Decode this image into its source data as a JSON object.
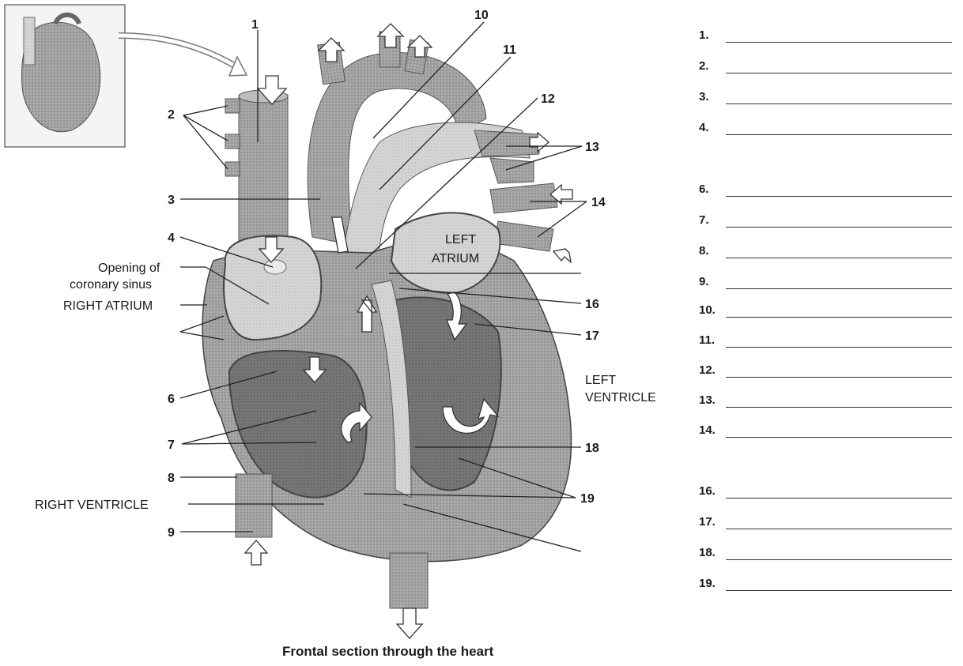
{
  "caption": "Frontal section through the heart",
  "numbers": [
    "1",
    "2",
    "3",
    "4",
    "6",
    "7",
    "8",
    "9",
    "10",
    "11",
    "12",
    "13",
    "14",
    "16",
    "17",
    "18",
    "19"
  ],
  "text_labels": {
    "opening_line1": "Opening of",
    "opening_line2": "coronary sinus",
    "right_atrium": "RIGHT ATRIUM",
    "left_atrium_1": "LEFT",
    "left_atrium_2": "ATRIUM",
    "left_ventricle_1": "LEFT",
    "left_ventricle_2": "VENTRICLE",
    "right_ventricle": "RIGHT VENTRICLE"
  },
  "answer_list": [
    "1.",
    "2.",
    "3.",
    "4.",
    "6.",
    "7.",
    "8.",
    "9.",
    "10.",
    "11.",
    "12.",
    "13.",
    "14.",
    "16.",
    "17.",
    "18.",
    "19."
  ],
  "colors": {
    "ink": "#1a1a1a",
    "tissue": "#9e9e9e",
    "tissue_dark": "#6f6f6f",
    "tissue_light": "#d2d2d2"
  }
}
